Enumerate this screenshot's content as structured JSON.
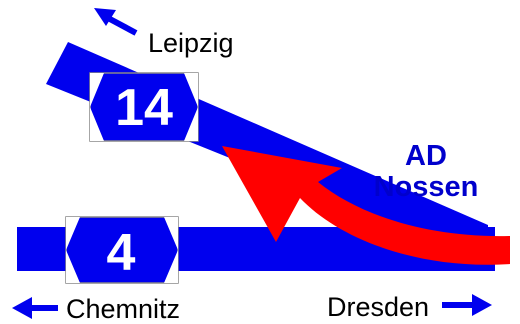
{
  "labels": {
    "leipzig": "Leipzig",
    "chemnitz": "Chemnitz",
    "dresden": "Dresden",
    "station_line1": "AD",
    "station_line2": "Nossen"
  },
  "signals": {
    "track_14": "14",
    "track_4": "4"
  },
  "colors": {
    "track": "#0000ee",
    "route_arrow": "#ff0000",
    "label_text": "#000000",
    "station_text": "#0000cc",
    "signal_text": "#ffffff",
    "signal_frame": "#888888"
  }
}
